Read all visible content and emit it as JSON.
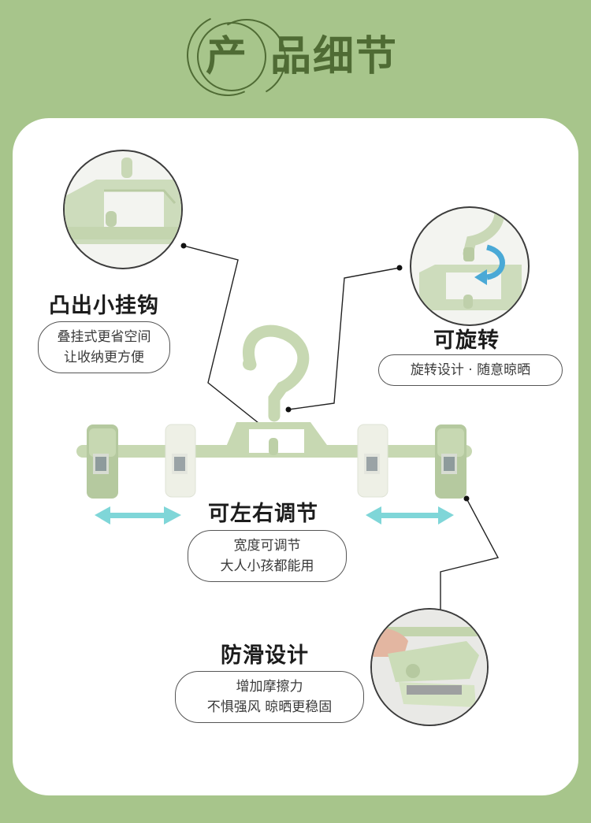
{
  "header": {
    "title_first": "产",
    "title_rest": "品细节"
  },
  "features": {
    "hook": {
      "title": "凸出小挂钩",
      "lines": [
        "叠挂式更省空间",
        "让收纳更方便"
      ]
    },
    "rotate": {
      "title": "可旋转",
      "lines": [
        "旋转设计 · 随意晾晒"
      ]
    },
    "adjust": {
      "title": "可左右调节",
      "lines": [
        "宽度可调节",
        "大人小孩都能用"
      ]
    },
    "antislip": {
      "title": "防滑设计",
      "lines": [
        "增加摩擦力",
        "不惧强风  晾晒更稳固"
      ]
    }
  },
  "colors": {
    "background": "#a7c58b",
    "title": "#4f6b34",
    "hanger": "#c7d8b2",
    "clip_light": "#eef0e6",
    "arrow": "#7fd6d8"
  }
}
